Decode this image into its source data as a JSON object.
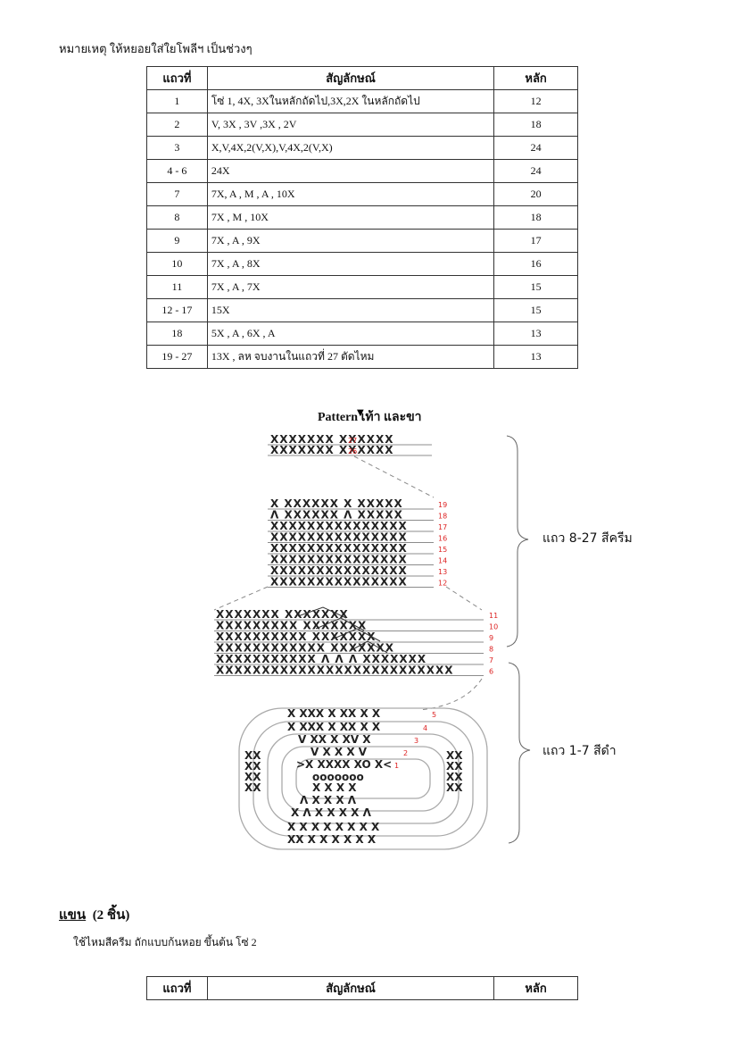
{
  "note": "หมายเหตุ  ให้หยอยใส่ใยโพลีฯ เป็นช่วงๆ",
  "table1": {
    "headers": [
      "แถวที่",
      "สัญลักษณ์",
      "หลัก"
    ],
    "rows": [
      [
        "1",
        "โซ่ 1, 4X, 3Xในหลักถัดไป,3X,2X ในหลักถัดไป",
        "12"
      ],
      [
        "2",
        "V, 3X , 3V ,3X , 2V",
        "18"
      ],
      [
        "3",
        "X,V,4X,2(V,X),V,4X,2(V,X)",
        "24"
      ],
      [
        "4 - 6",
        "24X",
        "24"
      ],
      [
        "7",
        "7X, A , M , A , 10X",
        "20"
      ],
      [
        "8",
        "7X , M , 10X",
        "18"
      ],
      [
        "9",
        "7X , A , 9X",
        "17"
      ],
      [
        "10",
        "7X , A , 8X",
        "16"
      ],
      [
        "11",
        "7X , A , 7X",
        "15"
      ],
      [
        "12 - 17",
        "15X",
        "15"
      ],
      [
        "18",
        "5X , A , 6X , A",
        "13"
      ],
      [
        "19 - 27",
        "13X , ลห     จบงานในแถวที่ 27 ตัดไหม",
        "13"
      ]
    ]
  },
  "diagram": {
    "title": "Pattern เท้า และขา",
    "brace_upper": "แถว  8-27  สีครีม",
    "brace_lower": "แถว  1-7  สีดำ",
    "row_labels_top": [
      "27",
      "26"
    ],
    "row_labels_mid": [
      "19",
      "18",
      "17",
      "16",
      "15",
      "14",
      "13",
      "12"
    ],
    "row_labels_low": [
      "11",
      "10",
      "9",
      "8",
      "7",
      "6"
    ],
    "row_labels_base": [
      "5",
      "4",
      "3",
      "2",
      "1"
    ]
  },
  "section": {
    "title": "แขน",
    "count": "(2 ชิ้น)",
    "note": "ใช้ไหมสีครีม ถักแบบก้นหอย  ขึ้นต้น  โซ่ 2"
  },
  "table2": {
    "headers": [
      "แถวที่",
      "สัญลักษณ์",
      "หลัก"
    ]
  }
}
